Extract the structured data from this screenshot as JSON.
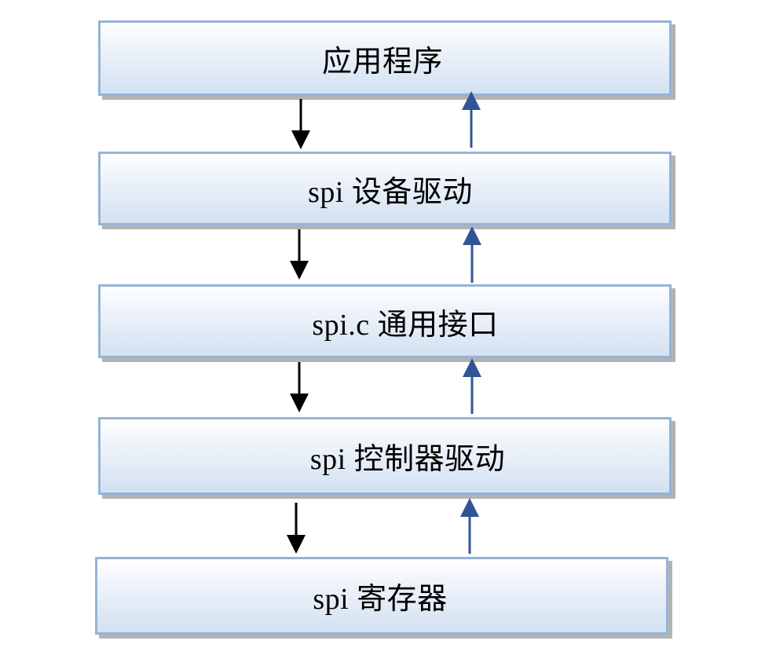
{
  "layers": [
    {
      "label": "应用程序"
    },
    {
      "label": "spi 设备驱动"
    },
    {
      "label": "spi.c 通用接口"
    },
    {
      "label": "spi 控制器驱动"
    },
    {
      "label": "spi 寄存器"
    }
  ],
  "colors": {
    "box_border": "#95b3d7",
    "box_gradient_top": "#ffffff",
    "box_gradient_bottom": "#d3e1f2",
    "box_shadow": "#b3b3b3",
    "down_arrow": "#000000",
    "up_arrow": "#2f5597"
  }
}
